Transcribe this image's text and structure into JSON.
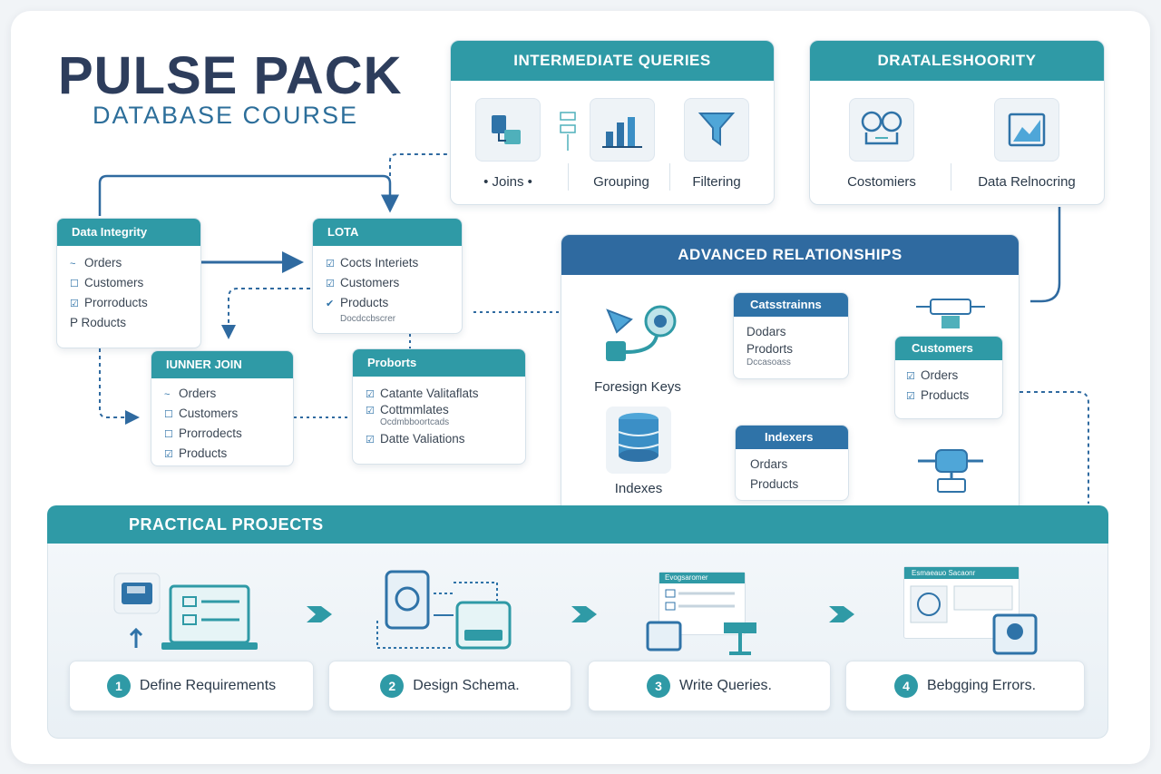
{
  "header": {
    "title": "PULSE PACK",
    "subtitle": "DATABASE COURSE"
  },
  "intermediate": {
    "title": "INTERMEDIATE QUERIES",
    "items": [
      "• Joins •",
      "Grouping",
      "Filtering"
    ]
  },
  "dr": {
    "title": "DRATALESHOORITY",
    "items": [
      "Costomiers",
      "Data Relnocring"
    ]
  },
  "data_integrity": {
    "title": "Data Integrity",
    "rows": [
      "Orders",
      "Customers",
      "Prorroducts",
      "P Roducts"
    ]
  },
  "lota": {
    "title": "LOTA",
    "rows": [
      "Cocts Interiets",
      "Customers",
      "Products"
    ],
    "footnote": "Docdccbscrer"
  },
  "inner_join": {
    "title": "IUNNER JOIN",
    "rows": [
      "Orders",
      "Customers",
      "Prorrodects",
      "Products"
    ]
  },
  "proborts": {
    "title": "Proborts",
    "rows": [
      "Catante Valitaflats",
      "Cottmmlates",
      "Datte Valiations"
    ],
    "overlap": "Ocdmbboortcads"
  },
  "advanced": {
    "title": "ADVANCED RELATIONSHIPS",
    "foreign_keys": "Foresign Keys",
    "indexes": "Indexes",
    "constraints": {
      "title": "Catsstrainns",
      "rows": [
        "Dodars",
        "Prodorts"
      ],
      "footnote": "Dccasoass"
    },
    "customers": {
      "title": "Customers",
      "rows": [
        "Orders",
        "Products"
      ]
    },
    "indexers": {
      "title": "Indexers",
      "rows": [
        "Ordars",
        "Products"
      ]
    }
  },
  "projects": {
    "title": "PRACTICAL PROJECTS",
    "steps": [
      {
        "num": "1",
        "label": "Define Requirements"
      },
      {
        "num": "2",
        "label": "Design Schema."
      },
      {
        "num": "3",
        "label": "Write Queries."
      },
      {
        "num": "4",
        "label": "Bebgging Errors."
      }
    ],
    "panel3_title": "Evogsaromer",
    "panel4_title": "Esmaeauo Sacaonr"
  },
  "colors": {
    "teal": "#2f9aa6",
    "blue": "#2f73a8",
    "navy": "#2d3d5c"
  }
}
